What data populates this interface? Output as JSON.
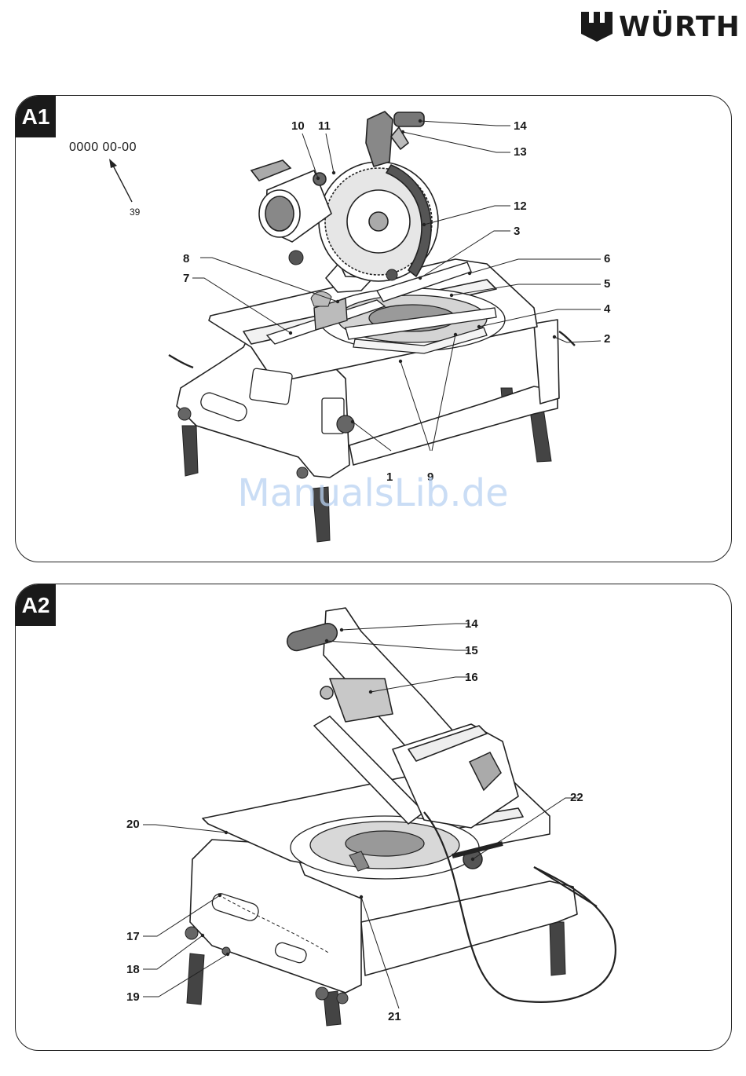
{
  "brand": {
    "name": "WÜRTH"
  },
  "figure_a1": {
    "label": "A1",
    "serial_text": "0000  00-00",
    "serial_ref": "39",
    "callouts": [
      "1",
      "2",
      "3",
      "4",
      "5",
      "6",
      "7",
      "8",
      "9",
      "10",
      "11",
      "12",
      "13",
      "14"
    ]
  },
  "figure_a2": {
    "label": "A2",
    "callouts": [
      "14",
      "15",
      "16",
      "17",
      "18",
      "19",
      "20",
      "21",
      "22"
    ]
  },
  "watermark": "ManualsLib.de"
}
